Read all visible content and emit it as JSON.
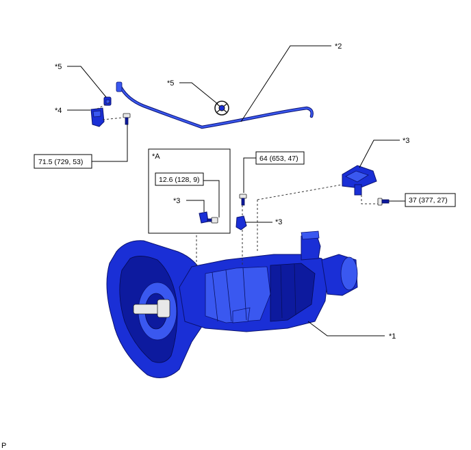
{
  "callouts": {
    "c1": "*1",
    "c2": "*2",
    "c3a": "*3",
    "c3b": "*3",
    "c3c": "*3",
    "c4": "*4",
    "c5a": "*5",
    "c5b": "*5",
    "cA": "*A"
  },
  "torque_specs": {
    "bolt_4": "71.5 (729, 53)",
    "bolt_center": "64 (653, 47)",
    "bolt_detail_a": "12.6 (128, 9)",
    "bolt_3_right": "37 (377, 27)"
  },
  "footer": {
    "mark": "P"
  },
  "colors": {
    "part": "#1a2fd6",
    "outline": "#0a1270"
  }
}
